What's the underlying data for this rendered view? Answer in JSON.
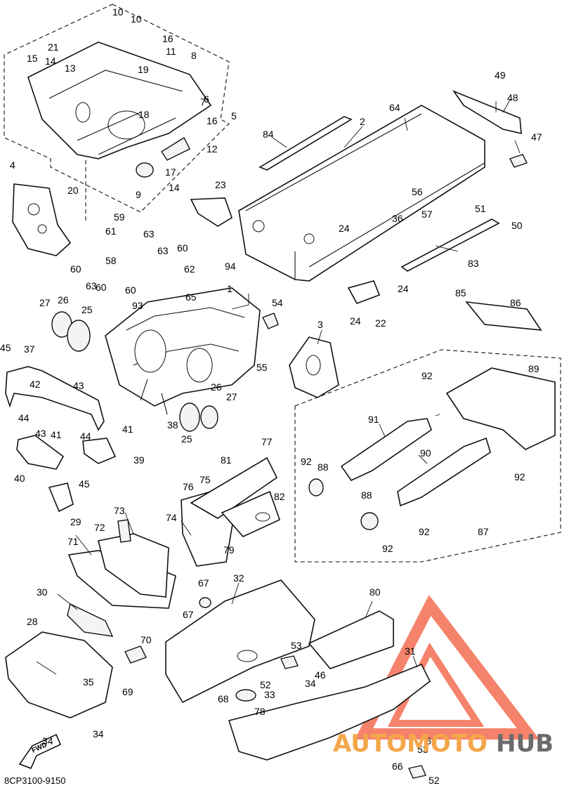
{
  "diagram_code": "8CP3100-9150",
  "fwd_label": "FWD",
  "watermark": {
    "text_part1": "AUTOMOTO",
    "text_part2": "HUB",
    "color_primary": "#f15a3a",
    "color_part1": "#f4a64a",
    "color_part2": "#6b6b6b"
  },
  "callouts": [
    "1",
    "2",
    "3",
    "4",
    "5",
    "6",
    "7",
    "8",
    "9",
    "10",
    "11",
    "12",
    "13",
    "14",
    "15",
    "16",
    "17",
    "18",
    "19",
    "20",
    "21",
    "22",
    "23",
    "24",
    "25",
    "26",
    "27",
    "28",
    "29",
    "30",
    "31",
    "32",
    "33",
    "34",
    "35",
    "36",
    "37",
    "38",
    "39",
    "40",
    "41",
    "42",
    "43",
    "44",
    "45",
    "46",
    "47",
    "48",
    "49",
    "50",
    "51",
    "52",
    "53",
    "54",
    "55",
    "56",
    "57",
    "58",
    "59",
    "60",
    "61",
    "62",
    "63",
    "64",
    "65",
    "66",
    "67",
    "68",
    "69",
    "70",
    "71",
    "72",
    "73",
    "74",
    "75",
    "76",
    "77",
    "78",
    "79",
    "80",
    "81",
    "82",
    "83",
    "84",
    "85",
    "86",
    "87",
    "88",
    "89",
    "90",
    "91",
    "92",
    "93",
    "94"
  ]
}
